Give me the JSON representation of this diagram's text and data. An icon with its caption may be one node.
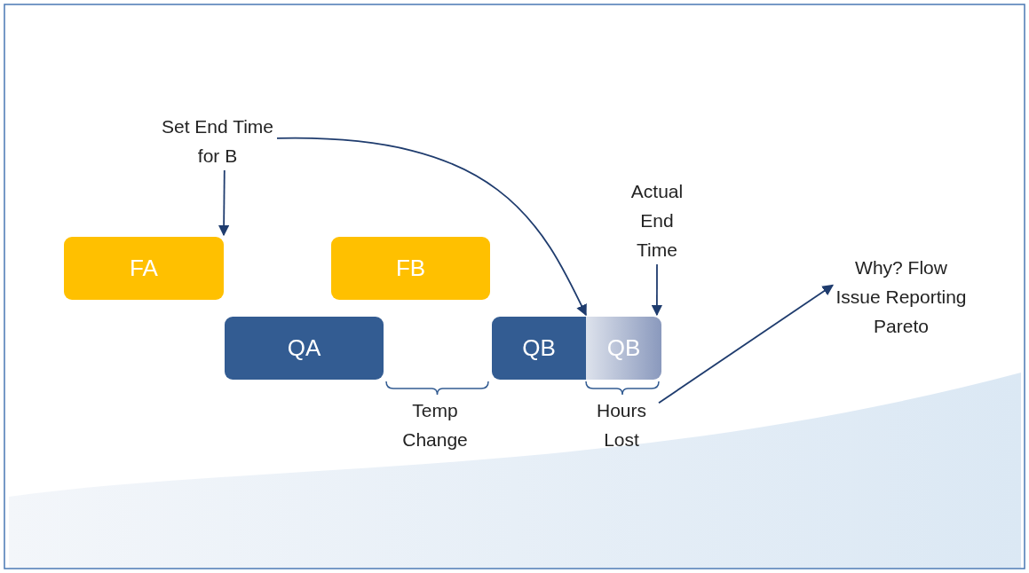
{
  "diagram": {
    "nodes": [
      {
        "text": [
          "Set End Time for B"
        ]
      },
      {
        "text": [
          "Actual End Time"
        ]
      },
      {
        "text": [
          "FA"
        ]
      },
      {
        "text": [
          "FB"
        ]
      },
      {
        "text": [
          "Why? Flow Issue Reporting Pareto"
        ]
      },
      {
        "text": [
          "QA"
        ]
      },
      {
        "text": [
          "QB"
        ]
      },
      {
        "text": [
          "QB"
        ]
      },
      {
        "text": [
          "Hours Lost"
        ]
      }
    ],
    "edges": [
      {
        "from": 0,
        "to": 2,
        "arrow": "to"
      },
      {
        "from": 0,
        "to": 7,
        "arrow": "to"
      },
      {
        "from": 1,
        "to": 7,
        "arrow": "to"
      },
      {
        "from": 8,
        "to": 4,
        "arrow": "to"
      }
    ],
    "labels": [
      "Temp Change"
    ]
  }
}
